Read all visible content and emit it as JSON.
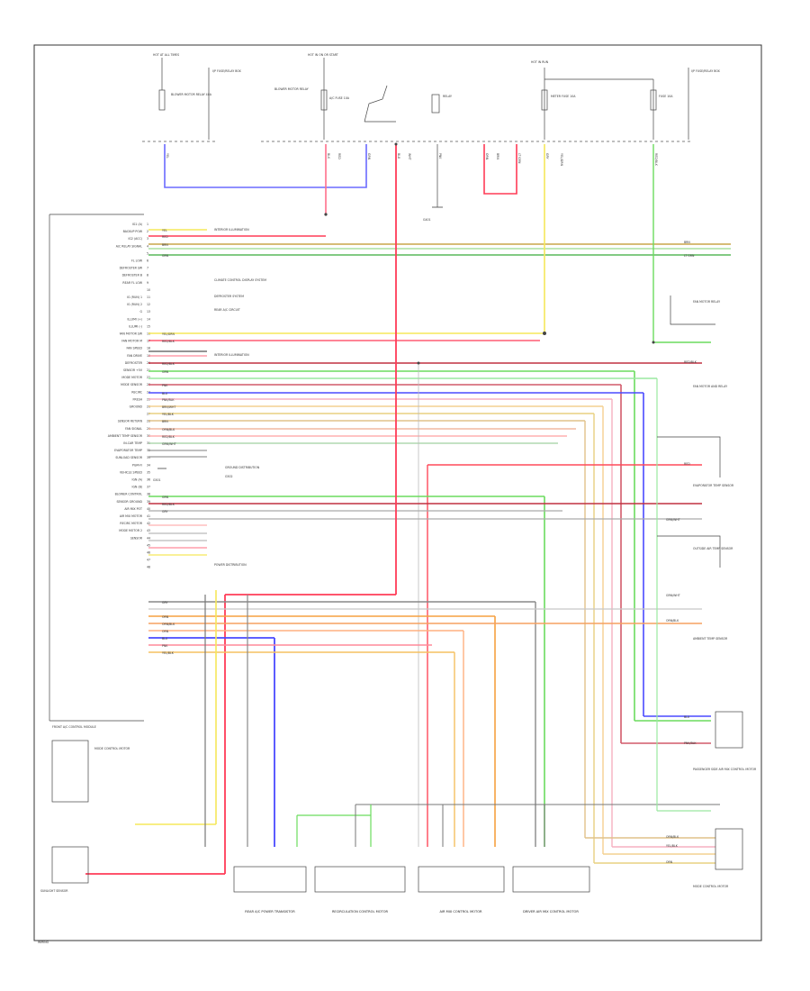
{
  "page_tag": "WIRING",
  "fuse_blocks": {
    "left_header": "HOT AT ALL TIMES",
    "center_header": "HOT IN ON OR START",
    "right_header": "HOT IN RUN",
    "left_fuse_label": "BLOWER MOTOR RELAY 40A",
    "left_box": "I/P FUSE/RELAY BOX",
    "center_relay": "BLOWER MOTOR RELAY",
    "center_fuse": "A/C FUSE 10A",
    "center_box": "RELAY",
    "right_fuse_1": "METER FUSE 10A",
    "right_fuse_2": "FUSE 10A",
    "right_box": "I/P FUSE/RELAY BOX"
  },
  "ecu_title": "FRONT A/C CONTROL MODULE",
  "ecu_pins": [
    "IG1 (A)",
    "BACKUP POW",
    "IG2 (ACC)",
    "A/C RELAY SIGNAL",
    "",
    "FL LOW",
    "DEFROSTER SW",
    "DEFROSTER B",
    "REAR FL LOW",
    "",
    "IG (RUN) 1",
    "IG (RUN) 2",
    "G",
    "ILLUMI (+)",
    "ILLUMI (-)",
    "FAN MOTOR SW",
    "FAN MOTOR M",
    "FAN SPEED",
    "FAN DRIVE",
    "DEFROSTER",
    "SENSOR +5V",
    "MODE MOTOR",
    "MODE SENSOR",
    "RECIRC",
    "FRESH",
    "GROUND",
    "",
    "SENSOR RETURN",
    "FAN SIGNAL",
    "AMBIENT TEMP SENSOR",
    "IN-CAR TEMP",
    "EVAPORATOR TEMP",
    "SUNLOAD SENSOR",
    "PGM-FI",
    "VEHICLE SPEED",
    "IGN (A)",
    "IGN (B)",
    "BLOWER CONTROL",
    "SENSOR GROUND",
    "AIR MIX POT",
    "AIR MIX MOTOR",
    "RECIRC MOTOR",
    "MODE MOTOR 2",
    "SENSOR",
    "",
    "",
    "",
    ""
  ],
  "wires": {
    "w1": "YEL",
    "w2": "BLK",
    "w3": "RED",
    "w4": "GRN",
    "w5": "BLU",
    "w6": "WHT",
    "w7": "PNK",
    "w8": "ORN",
    "w9": "BRN",
    "w10": "LT GRN",
    "w11": "GRY",
    "w12": "YEL/GRN",
    "w13": "RED/BLK",
    "w14": "BLU/WHT",
    "w15": "GRN/WHT",
    "w16": "BRN/WHT",
    "w17": "PNK/BLK",
    "w18": "ORN/BLK",
    "w19": "YEL/BLK",
    "w20": "WHT/BLU"
  },
  "side_notes": {
    "n1": "INTERIOR ILLUMINATION",
    "n2": "CLIMATE CONTROL DISPLAY SYSTEM",
    "n3": "DEFROSTER SYSTEM",
    "n4": "REAR A/C CIRCUIT",
    "n5": "INTERIOR ILLUMINATION",
    "n6": "POWER DISTRIBUTION",
    "n7": "GROUND DISTRIBUTION",
    "gnd_left": "G501",
    "gnd_center": "G401",
    "gnd_mid": "G502"
  },
  "right_components": {
    "r1": "FAN MOTOR RELAY",
    "r2": "FAN MOTOR AND RELAY",
    "r3": "EVAPORATOR TEMP SENSOR",
    "r4": "OUTSIDE AIR TEMP SENSOR",
    "r5": "AMBIENT TEMP SENSOR",
    "r6": "PASSENGER SIDE AIR MIX CONTROL MOTOR",
    "r7": "MODE CONTROL MOTOR"
  },
  "bottom_components": {
    "b1": "REAR A/C POWER TRANSISTOR",
    "b2": "RECIRCULATION CONTROL MOTOR",
    "b3": "AIR MIX CONTROL MOTOR",
    "b4": "DRIVER AIR MIX CONTROL MOTOR",
    "b5": "MODE CONTROL MOTOR",
    "b6": "SUNLIGHT SENSOR"
  }
}
